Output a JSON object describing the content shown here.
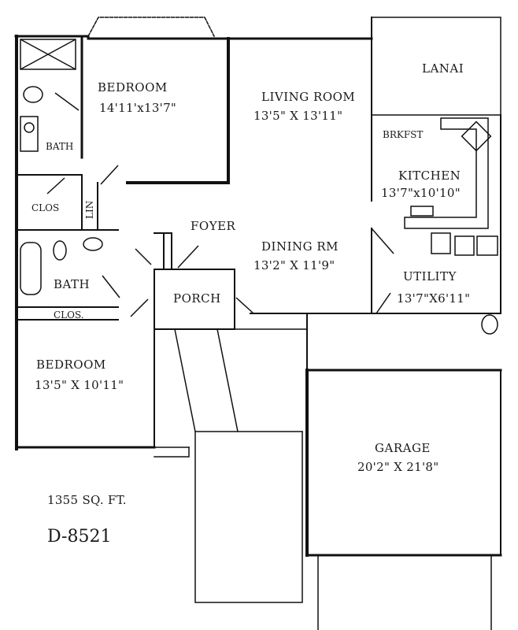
{
  "rooms": {
    "bedroom_1": {
      "name": "BEDROOM",
      "dims": "14'11'x13'7\""
    },
    "living_room": {
      "name": "LIVING ROOM",
      "dims": "13'5\" X 13'11\""
    },
    "lanai": {
      "name": "LANAI"
    },
    "brkfst": {
      "name": "BRKFST"
    },
    "kitchen": {
      "name": "KITCHEN",
      "dims": "13'7\"x10'10\""
    },
    "bath_1": {
      "name": "BATH"
    },
    "clos_1": {
      "name": "CLOS"
    },
    "lin": {
      "name": "LIN"
    },
    "foyer": {
      "name": "FOYER"
    },
    "dining_rm": {
      "name": "DINING RM",
      "dims": "13'2\" X 11'9\""
    },
    "bath_2": {
      "name": "BATH"
    },
    "clos_2": {
      "name": "CLOS."
    },
    "porch": {
      "name": "PORCH"
    },
    "utility": {
      "name": "UTILITY",
      "dims": "13'7\"X6'11\""
    },
    "bedroom_2": {
      "name": "BEDROOM",
      "dims": "13'5\" X 10'11\""
    },
    "garage": {
      "name": "GARAGE",
      "dims": "20'2\" X 21'8\""
    }
  },
  "plan_info": {
    "square_feet": "1355 SQ. FT.",
    "plan_number": "D-8521"
  }
}
